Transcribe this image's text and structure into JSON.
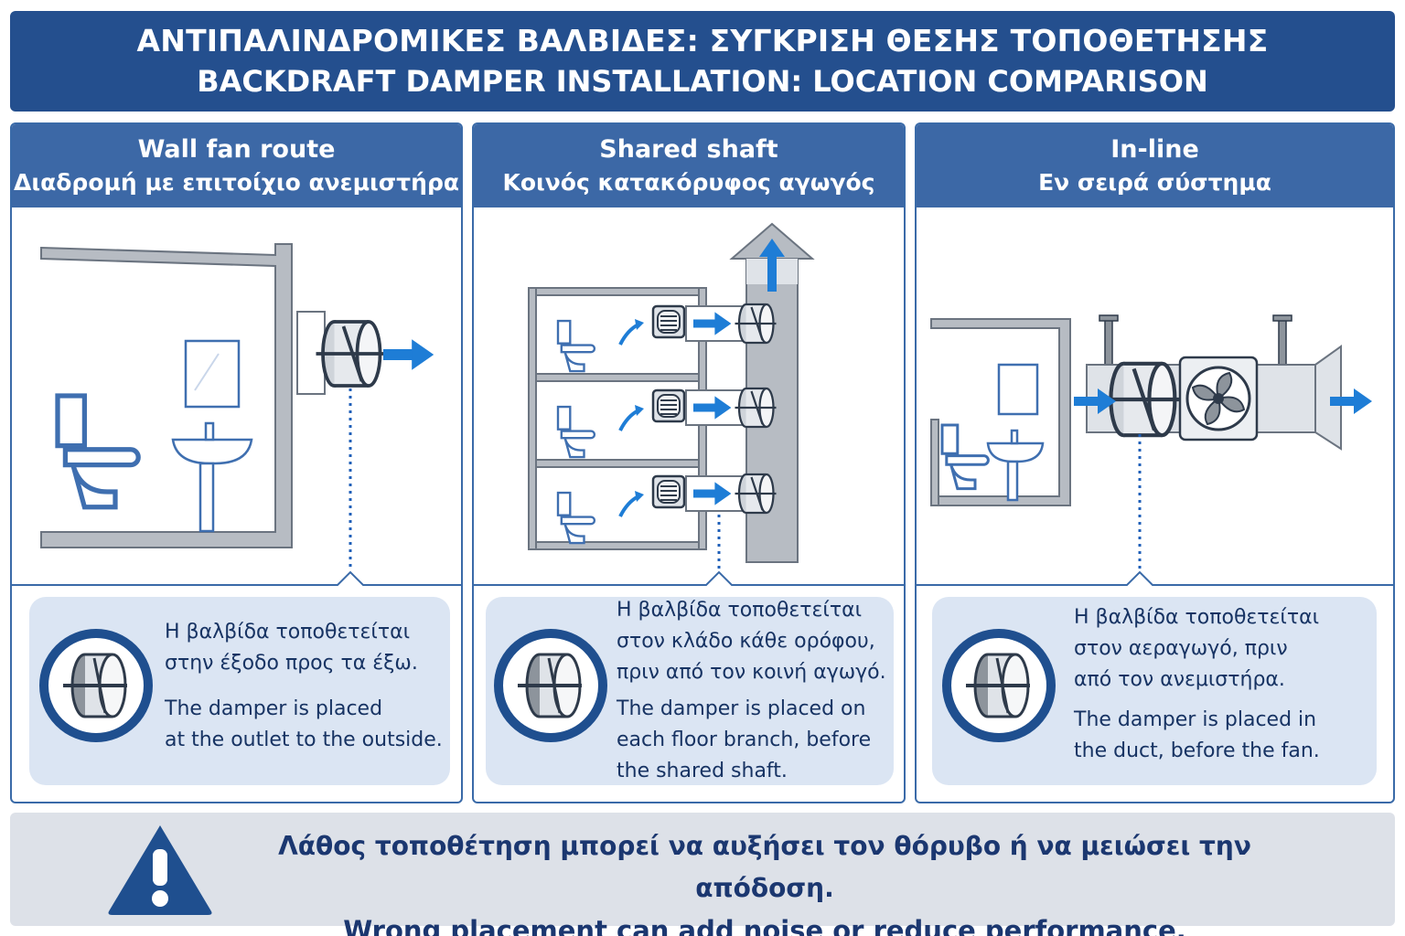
{
  "title": {
    "greek": "ΑΝΤΙΠΑΛΙΝΔΡΟΜΙΚΕΣ ΒΑΛΒΙΔΕΣ: ΣΥΓΚΡΙΣΗ ΘΕΣΗΣ ΤΟΠΟΘΕΤΗΣΗΣ",
    "english": "BACKDRAFT DAMPER INSTALLATION: LOCATION COMPARISON"
  },
  "panels": [
    {
      "title_en": "Wall fan route",
      "title_gr": "Διαδρομή με επιτοίχιο ανεμιστήρα",
      "note_gr": [
        "Η βαλβίδα τοποθετείται",
        "στην έξοδο προς τα έξω."
      ],
      "note_en": [
        "The damper is placed",
        "at the outlet to the outside."
      ]
    },
    {
      "title_en": "Shared shaft",
      "title_gr": "Κοινός κατακόρυφος αγωγός",
      "note_gr": [
        "Η βαλβίδα τοποθετείται",
        "στον κλάδο κάθε ορόφου,",
        "πριν από τον κοινή αγωγό."
      ],
      "note_en": [
        "The damper is placed on",
        "each floor branch, before",
        "the shared shaft."
      ]
    },
    {
      "title_en": "In-line",
      "title_gr": "Εν σειρά σύστημα",
      "note_gr": [
        "Η βαλβίδα τοποθετείται",
        "στον αεραγωγό, πριν",
        "από τον ανεμιστήρα."
      ],
      "note_en": [
        "The damper is placed in",
        "the duct, before the fan."
      ]
    }
  ],
  "warning": {
    "greek": "Λάθος τοποθέτηση μπορεί να αυξήσει τον θόρυβο ή να μειώσει την απόδοση.",
    "english": "Wrong placement can add noise or reduce performance."
  },
  "colors": {
    "header": "#244f8e",
    "panel_header": "#3c68a6",
    "airflow_arrow": "#1e7dd6",
    "note_bg": "#dbe5f3",
    "footer_bg": "#dde1e8"
  },
  "icons": [
    "damper-icon",
    "toilet-icon",
    "sink-icon",
    "mirror-icon",
    "vent-grille-icon",
    "fan-icon",
    "airflow-arrow-icon",
    "warning-icon"
  ]
}
